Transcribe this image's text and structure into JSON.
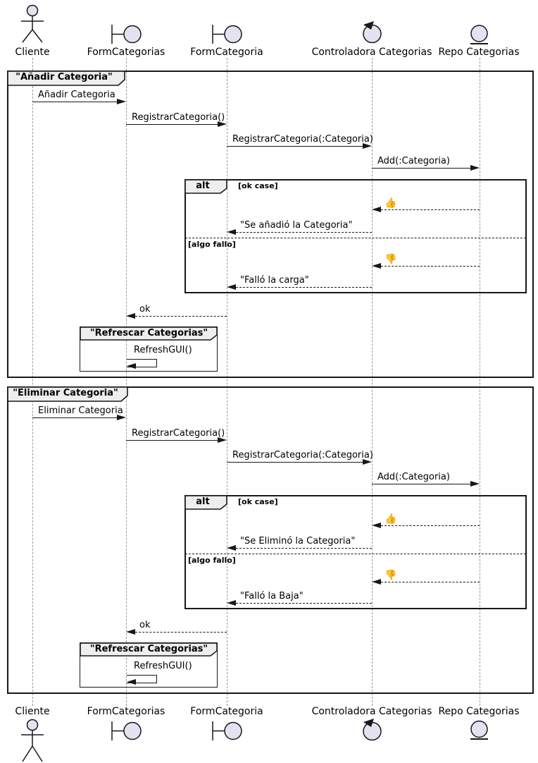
{
  "diagram": {
    "colors": {
      "shape_fill": "#E2E2F0",
      "line": "#181818",
      "tab_fill": "#EEEEEE",
      "lifeline": "#999999"
    },
    "participants": [
      {
        "label": "Cliente",
        "type": "actor"
      },
      {
        "label": "FormCategorias",
        "type": "boundary"
      },
      {
        "label": "FormCategoria",
        "type": "boundary"
      },
      {
        "label": "Controladora Categorias",
        "type": "control"
      },
      {
        "label": "Repo Categorias",
        "type": "entity"
      }
    ],
    "frames": [
      {
        "title": "\"Añadir Categoria\"",
        "msg1": "Añadir Categoria",
        "msg2": "RegistrarCategoria()",
        "msg3": "RegistrarCategoria(:Categoria)",
        "msg4": "Add(:Categoria)",
        "alt_label": "alt",
        "guard_ok": "[ok case]",
        "guard_fail": "[algo fallo]",
        "thumb_up": "👍",
        "thumb_down": "👎",
        "reply_ok_branch": "\"Se añadió la Categoria\"",
        "reply_fail_branch": "\"Falló la carga\"",
        "reply_final": "ok",
        "inner_title": "\"Refrescar Categorias\"",
        "inner_msg": "RefreshGUI()"
      },
      {
        "title": "\"Eliminar Categoria\"",
        "msg1": "Eliminar Categoria",
        "msg2": "RegistrarCategoria()",
        "msg3": "RegistrarCategoria(:Categoria)",
        "msg4": "Add(:Categoria)",
        "alt_label": "alt",
        "guard_ok": "[ok case]",
        "guard_fail": "[algo fallo]",
        "thumb_up": "👍",
        "thumb_down": "👎",
        "reply_ok_branch": "\"Se Eliminó la Categoria\"",
        "reply_fail_branch": "\"Falló la Baja\"",
        "reply_final": "ok",
        "inner_title": "\"Refrescar Categorias\"",
        "inner_msg": "RefreshGUI()"
      }
    ]
  }
}
